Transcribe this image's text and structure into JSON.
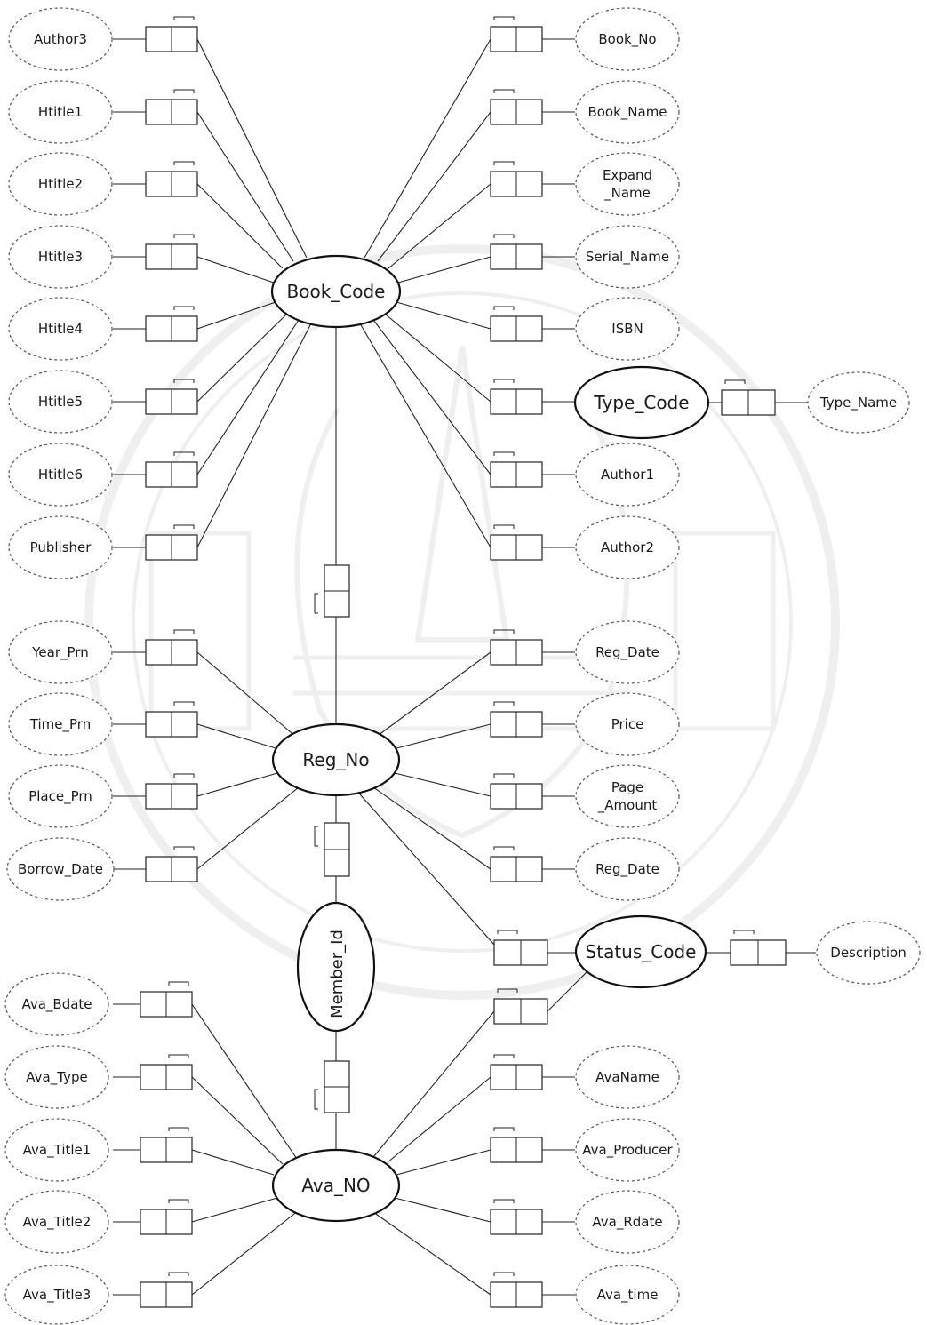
{
  "colors": {
    "line": "#222222",
    "dashed": "#555555",
    "text": "#1a1a1a",
    "watermark": "#e6e6e6"
  },
  "entities": {
    "book_code": "Book_Code",
    "type_code": "Type_Code",
    "reg_no": "Reg_No",
    "member_id": "Member_Id",
    "status_code": "Status_Code",
    "ava_no": "Ava_NO"
  },
  "attributes": {
    "author3": "Author3",
    "htitle1": "Htitle1",
    "htitle2": "Htitle2",
    "htitle3": "Htitle3",
    "htitle4": "Htitle4",
    "htitle5": "Htitle5",
    "htitle6": "Htitle6",
    "publisher": "Publisher",
    "book_no": "Book_No",
    "book_name": "Book_Name",
    "expand_name": [
      "Expand",
      "_Name"
    ],
    "serial_name": "Serial_Name",
    "isbn": "ISBN",
    "author1": "Author1",
    "author2": "Author2",
    "type_name": "Type_Name",
    "year_prn": "Year_Prn",
    "time_prn": "Time_Prn",
    "place_prn": "Place_Prn",
    "borrow_date": "Borrow_Date",
    "reg_date_1": "Reg_Date",
    "price": "Price",
    "page_amount": [
      "Page",
      "_Amount"
    ],
    "reg_date_2": "Reg_Date",
    "description": "Description",
    "ava_bdate": "Ava_Bdate",
    "ava_type": "Ava_Type",
    "ava_title1": "Ava_Title1",
    "ava_title2": "Ava_Title2",
    "ava_title3": "Ava_Title3",
    "avaname": "AvaName",
    "ava_producer": "Ava_Producer",
    "ava_rdate": "Ava_Rdate",
    "ava_time": "Ava_time"
  }
}
